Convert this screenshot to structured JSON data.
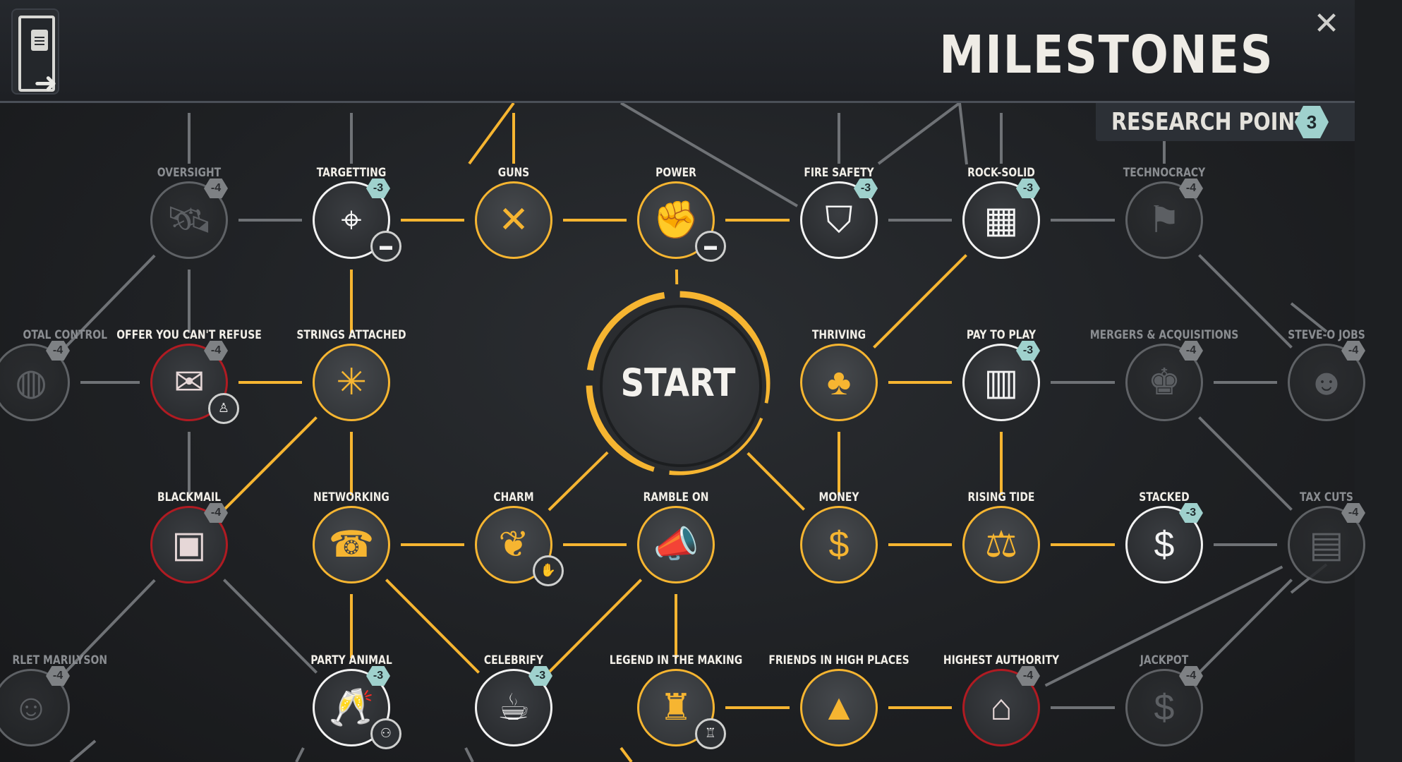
{
  "header": {
    "title": "MILESTONES",
    "close_icon": "close-icon",
    "menu_icon": "clipboard-exit-icon"
  },
  "research": {
    "label": "RESEARCH POINTS",
    "points": "3"
  },
  "colors": {
    "unlocked_ring": "#f6b531",
    "available_ring": "#f2f2f2",
    "locked_ring": "#6b6e72",
    "danger_ring": "#b01b22",
    "cost_badge": "#9fd1cd"
  },
  "start_label": "START",
  "nodes": [
    {
      "key": "oversight",
      "label": "OVERSIGHT",
      "state": "locked",
      "cost": "4",
      "icon": "satellite-icon",
      "glyph": "🛰",
      "sub_icon": ""
    },
    {
      "key": "targetting",
      "label": "TARGETTING",
      "state": "white",
      "cost": "3",
      "icon": "crosshair-icon",
      "glyph": "⌖",
      "sub_icon": "tank-icon"
    },
    {
      "key": "guns",
      "label": "GUNS",
      "state": "gold",
      "cost": "",
      "icon": "crossed-rifles-icon",
      "glyph": "✕",
      "sub_icon": ""
    },
    {
      "key": "power",
      "label": "POWER",
      "state": "gold",
      "cost": "",
      "icon": "raised-fist-icon",
      "glyph": "✊",
      "sub_icon": "tank-icon"
    },
    {
      "key": "fire_safety",
      "label": "FIRE SAFETY",
      "state": "white",
      "cost": "3",
      "icon": "shield-flame-icon",
      "glyph": "⛉",
      "sub_icon": ""
    },
    {
      "key": "rock_solid",
      "label": "ROCK-SOLID",
      "state": "white",
      "cost": "3",
      "icon": "brick-wall-icon",
      "glyph": "▦",
      "sub_icon": ""
    },
    {
      "key": "technocracy",
      "label": "TECHNOCRACY",
      "state": "locked",
      "cost": "4",
      "icon": "flag-icon",
      "glyph": "⚑",
      "sub_icon": ""
    },
    {
      "key": "total_control",
      "label": "OTAL CONTROL",
      "state": "locked",
      "cost": "4",
      "icon": "globe-icon",
      "glyph": "◍",
      "sub_icon": ""
    },
    {
      "key": "offer",
      "label": "OFFER YOU CAN'T REFUSE",
      "state": "red",
      "cost": "4",
      "icon": "skull-letter-icon",
      "glyph": "✉",
      "sub_icon": "person-icon"
    },
    {
      "key": "strings_attached",
      "label": "STRINGS ATTACHED",
      "state": "gold",
      "cost": "",
      "icon": "spider-web-icon",
      "glyph": "✳",
      "sub_icon": ""
    },
    {
      "key": "thriving",
      "label": "THRIVING",
      "state": "gold",
      "cost": "",
      "icon": "sprout-icon",
      "glyph": "♣",
      "sub_icon": ""
    },
    {
      "key": "pay_to_play",
      "label": "PAY TO PLAY",
      "state": "white",
      "cost": "3",
      "icon": "bar-chart-icon",
      "glyph": "▥",
      "sub_icon": ""
    },
    {
      "key": "mergers",
      "label": "MERGERS & ACQUISITIONS",
      "state": "locked",
      "cost": "4",
      "icon": "tycoon-icon",
      "glyph": "♚",
      "sub_icon": ""
    },
    {
      "key": "steve_o_jobs",
      "label": "STEVE-O JOBS",
      "state": "locked",
      "cost": "4",
      "icon": "portrait-icon",
      "glyph": "☻",
      "sub_icon": ""
    },
    {
      "key": "blackmail",
      "label": "BLACKMAIL",
      "state": "red",
      "cost": "4",
      "icon": "censored-photo-icon",
      "glyph": "▣",
      "sub_icon": ""
    },
    {
      "key": "networking",
      "label": "NETWORKING",
      "state": "gold",
      "cost": "",
      "icon": "mobile-phone-icon",
      "glyph": "☎",
      "sub_icon": ""
    },
    {
      "key": "charm",
      "label": "CHARM",
      "state": "gold",
      "cost": "",
      "icon": "handshake-icon",
      "glyph": "❦",
      "sub_icon": "handshake-icon"
    },
    {
      "key": "ramble_on",
      "label": "RAMBLE ON",
      "state": "gold",
      "cost": "",
      "icon": "megaphone-icon",
      "glyph": "📣",
      "sub_icon": ""
    },
    {
      "key": "money",
      "label": "MONEY",
      "state": "gold",
      "cost": "",
      "icon": "coin-hand-icon",
      "glyph": "$",
      "sub_icon": ""
    },
    {
      "key": "rising_tide",
      "label": "RISING TIDE",
      "state": "gold",
      "cost": "",
      "icon": "scales-icon",
      "glyph": "⚖",
      "sub_icon": ""
    },
    {
      "key": "stacked",
      "label": "STACKED",
      "state": "white",
      "cost": "3",
      "icon": "cash-stack-icon",
      "glyph": "$",
      "sub_icon": ""
    },
    {
      "key": "tax_cuts",
      "label": "TAX CUTS",
      "state": "locked",
      "cost": "4",
      "icon": "cash-register-icon",
      "glyph": "▤",
      "sub_icon": ""
    },
    {
      "key": "scarlet_marilyson",
      "label": "RLET MARILYSON",
      "state": "locked",
      "cost": "4",
      "icon": "starlet-portrait-icon",
      "glyph": "☺",
      "sub_icon": ""
    },
    {
      "key": "party_animal",
      "label": "PARTY ANIMAL",
      "state": "white",
      "cost": "3",
      "icon": "champagne-glasses-icon",
      "glyph": "🥂",
      "sub_icon": "group-icon"
    },
    {
      "key": "celebrify",
      "label": "CELEBRIFY",
      "state": "white",
      "cost": "3",
      "icon": "coffee-mug-icon",
      "glyph": "☕",
      "sub_icon": ""
    },
    {
      "key": "legend",
      "label": "LEGEND IN THE MAKING",
      "state": "gold",
      "cost": "",
      "icon": "statue-icon",
      "glyph": "♜",
      "sub_icon": "factory-icon"
    },
    {
      "key": "friends",
      "label": "FRIENDS IN HIGH PLACES",
      "state": "gold",
      "cost": "",
      "icon": "pyramid-eye-icon",
      "glyph": "▲",
      "sub_icon": ""
    },
    {
      "key": "highest_authority",
      "label": "HIGHEST AUTHORITY",
      "state": "red",
      "cost": "4",
      "icon": "white-house-icon",
      "glyph": "⌂",
      "sub_icon": ""
    },
    {
      "key": "jackpot",
      "label": "JACKPOT",
      "state": "locked",
      "cost": "4",
      "icon": "slot-machine-icon",
      "glyph": "$",
      "sub_icon": ""
    }
  ]
}
